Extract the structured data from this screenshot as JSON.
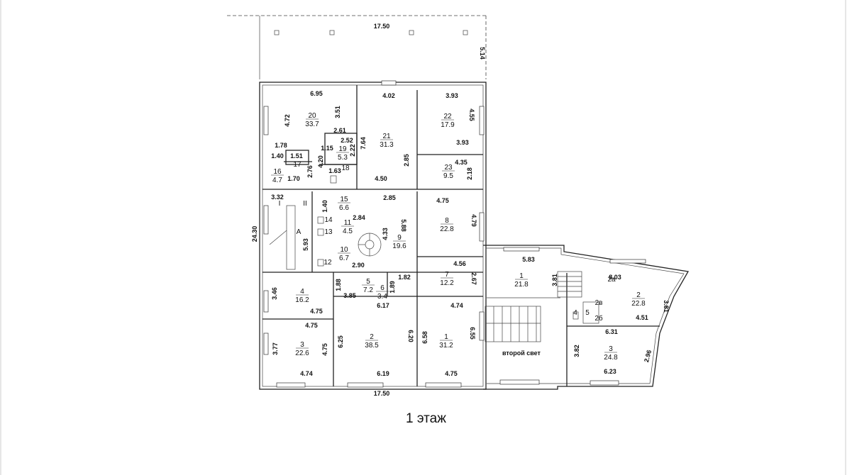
{
  "floor_label": "1 этаж",
  "balcony": {
    "width": "17.50",
    "depth": "5.14"
  },
  "total_width": "17.50",
  "total_length": "24.30",
  "room_i": "I",
  "room_ii": "II",
  "room_a": "А",
  "double_height": "второй свет",
  "rooms": [
    {
      "n": "20",
      "a": "33.7"
    },
    {
      "n": "21",
      "a": "31.3"
    },
    {
      "n": "22",
      "a": "17.9"
    },
    {
      "n": "19",
      "a": "5.3"
    },
    {
      "n": "17",
      "a": ""
    },
    {
      "n": "18",
      "a": ""
    },
    {
      "n": "16",
      "a": "4.7"
    },
    {
      "n": "23",
      "a": "9.5"
    },
    {
      "n": "15",
      "a": "6.6"
    },
    {
      "n": "11",
      "a": "4.5"
    },
    {
      "n": "14",
      "a": ""
    },
    {
      "n": "13",
      "a": ""
    },
    {
      "n": "10",
      "a": "6.7"
    },
    {
      "n": "12",
      "a": ""
    },
    {
      "n": "9",
      "a": "19.6"
    },
    {
      "n": "8",
      "a": "22.8"
    },
    {
      "n": "7",
      "a": "12.2"
    },
    {
      "n": "5",
      "a": "7.2"
    },
    {
      "n": "6",
      "a": "3.4"
    },
    {
      "n": "4",
      "a": "16.2"
    },
    {
      "n": "3",
      "a": "22.6"
    },
    {
      "n": "2",
      "a": "38.5"
    },
    {
      "n": "1",
      "a": "31.2"
    },
    {
      "n": "1",
      "a": "21.8"
    },
    {
      "n": "2",
      "a": "22.8"
    },
    {
      "n": "3",
      "a": "24.8"
    },
    {
      "n": "4",
      "a": ""
    },
    {
      "n": "5",
      "a": ""
    },
    {
      "n": "2в",
      "a": ""
    },
    {
      "n": "2б",
      "a": ""
    },
    {
      "n": "2а",
      "a": ""
    }
  ],
  "dims": [
    "6.95",
    "4.72",
    "3.51",
    "4.02",
    "7.64",
    "3.93",
    "4.55",
    "3.93",
    "2.85",
    "4.35",
    "2.18",
    "2.61",
    "2.52",
    "2.22",
    "1.15",
    "4.20",
    "2.76",
    "1.63",
    "1.78",
    "1.51",
    "1.40",
    "1.70",
    "4.50",
    "3.32",
    "1.40",
    "2.85",
    "2.84",
    "5.88",
    "4.33",
    "5.93",
    "2.90",
    "4.75",
    "4.79",
    "4.56",
    "2.67",
    "1.82",
    "1.89",
    "1.88",
    "3.85",
    "6.17",
    "3.46",
    "4.75",
    "4.75",
    "3.77",
    "4.75",
    "4.74",
    "6.25",
    "6.20",
    "6.19",
    "6.58",
    "6.55",
    "4.74",
    "4.75",
    "5.83",
    "3.81",
    "8.03",
    "3.81",
    "4.51",
    "6.31",
    "3.82",
    "2.96",
    "6.23"
  ]
}
